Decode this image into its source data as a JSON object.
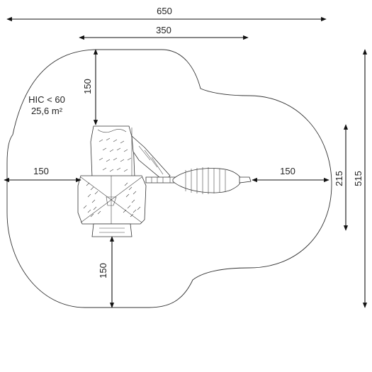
{
  "dimensions": {
    "total_width": "650",
    "inner_width": "350",
    "top_clearance": "150",
    "left_clearance": "150",
    "right_clearance": "150",
    "bottom_clearance": "150",
    "right_inner_height": "215",
    "total_height": "515"
  },
  "annotation": {
    "hic": "HIC < 60",
    "area": "25,6 m²"
  },
  "colors": {
    "line": "#333333",
    "background": "#ffffff"
  }
}
